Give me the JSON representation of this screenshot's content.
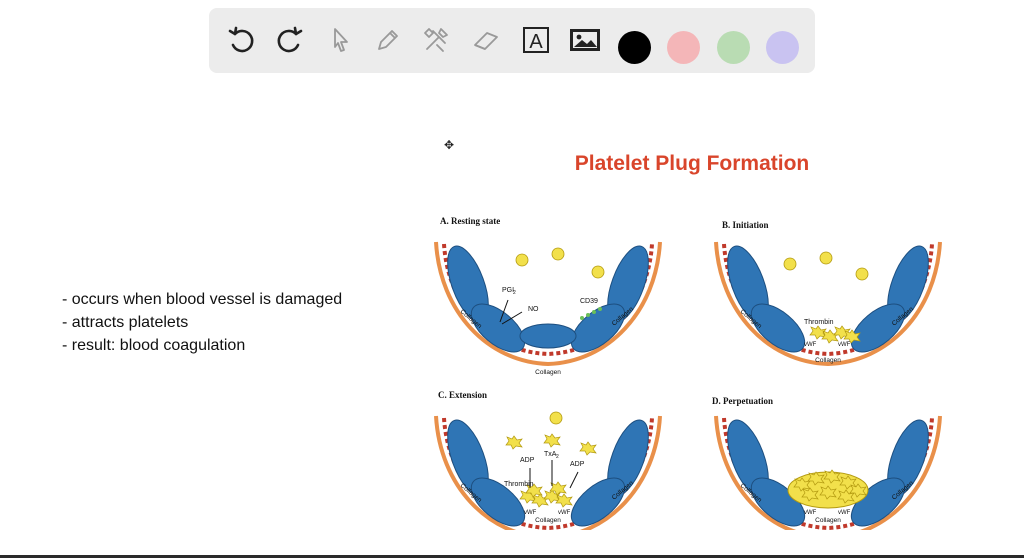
{
  "toolbar": {
    "tools": [
      {
        "name": "undo-icon"
      },
      {
        "name": "redo-icon"
      },
      {
        "name": "pointer-icon"
      },
      {
        "name": "pencil-icon"
      },
      {
        "name": "tools-icon"
      },
      {
        "name": "eraser-icon"
      },
      {
        "name": "text-box-icon"
      },
      {
        "name": "image-icon"
      }
    ],
    "colors": [
      "#000000",
      "#f4b6b8",
      "#b9dcb3",
      "#c9c3f1"
    ],
    "text_icon_letter": "A"
  },
  "notes": {
    "lines": [
      "- occurs when blood vessel is damaged",
      "- attracts platelets",
      "- result: blood coagulation"
    ]
  },
  "figure": {
    "title": "Platelet Plug Formation",
    "panels": {
      "a": {
        "title": "A. Resting state",
        "labels": {
          "pgi2": "PGI",
          "pgi2_sub": "2",
          "no": "NO",
          "cd39": "CD39",
          "collagen_left": "Collagen",
          "collagen_right": "Collagen",
          "collagen_bottom": "Collagen"
        }
      },
      "b": {
        "title": "B. Initiation",
        "labels": {
          "thrombin": "Thrombin",
          "vwf_left": "vWF",
          "vwf_right": "vWF",
          "collagen_left": "Collagen",
          "collagen_right": "Collagen",
          "collagen_bottom": "Collagen"
        }
      },
      "c": {
        "title": "C. Extension",
        "labels": {
          "adp_left": "ADP",
          "txa2": "TxA",
          "txa2_sub": "2",
          "adp_right": "ADP",
          "thrombin": "Thrombin",
          "vwf_left": "vWF",
          "vwf_right": "vWF",
          "collagen_left": "Collagen",
          "collagen_right": "Collagen",
          "collagen_bottom": "Collagen"
        }
      },
      "d": {
        "title": "D. Perpetuation",
        "labels": {
          "vwf_left": "vWF",
          "vwf_right": "vWF",
          "collagen_left": "Collagen",
          "collagen_right": "Collagen",
          "collagen_bottom": "Collagen"
        }
      }
    }
  }
}
